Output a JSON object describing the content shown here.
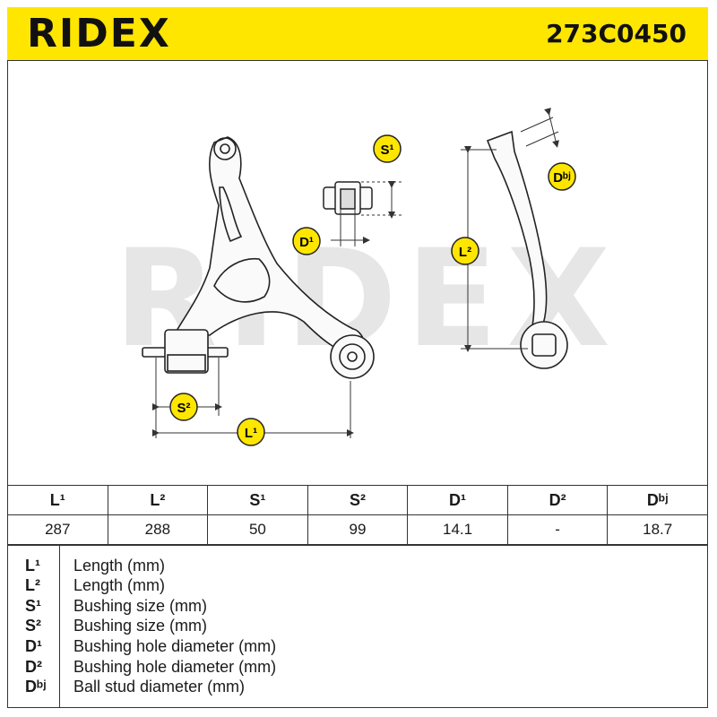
{
  "header": {
    "brand": "RIDEX",
    "part_number": "273C0450",
    "brand_color": "#ffe600"
  },
  "drawing": {
    "watermark": "RIDEX",
    "labels": {
      "s1": "S¹",
      "d1": "D¹",
      "s2": "S²",
      "l1": "L¹",
      "l2": "L²",
      "dbj": "Dᵇʲ"
    }
  },
  "spec_table": {
    "headers": [
      "L¹",
      "L²",
      "S¹",
      "S²",
      "D¹",
      "D²",
      "Dᵇʲ"
    ],
    "values": [
      "287",
      "288",
      "50",
      "99",
      "14.1",
      "-",
      "18.7"
    ]
  },
  "legend": [
    {
      "symbol": "L¹",
      "text": "Length (mm)"
    },
    {
      "symbol": "L²",
      "text": "Length (mm)"
    },
    {
      "symbol": "S¹",
      "text": "Bushing size (mm)"
    },
    {
      "symbol": "S²",
      "text": "Bushing size (mm)"
    },
    {
      "symbol": "D¹",
      "text": "Bushing hole diameter (mm)"
    },
    {
      "symbol": "D²",
      "text": "Bushing hole diameter (mm)"
    },
    {
      "symbol": "Dᵇʲ",
      "text": "Ball stud diameter (mm)"
    }
  ]
}
